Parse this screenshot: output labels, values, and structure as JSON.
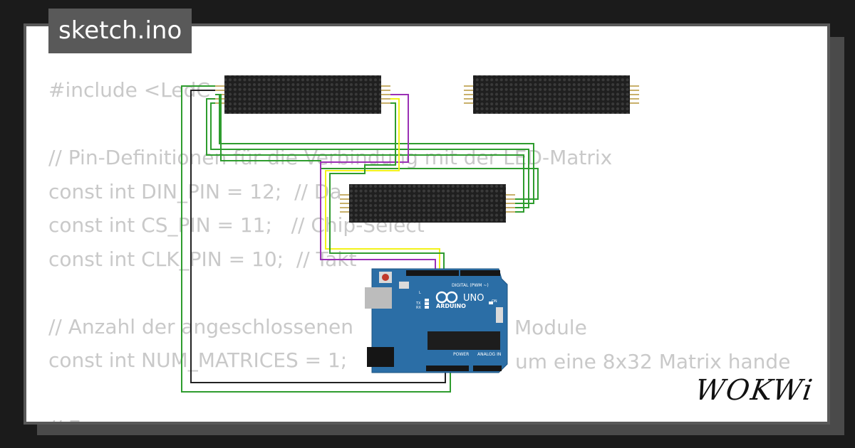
{
  "title": "sketch.ino",
  "code_lines": [
    "#include <LedC",
    "",
    "// Pin-Definitionen für die Verbindung mit der LED-Matrix",
    "const int DIN_PIN = 12;  // Da",
    "const int CS_PIN = 11;   // Chip-Select",
    "const int CLK_PIN = 10;  // Takt",
    "",
    "// Anzahl der angeschlossenen",
    "const int NUM_MATRICES = 1;",
    "",
    "// E"
  ],
  "code_fragments": {
    "module_word": "Module",
    "matrix_note": "um eine 8x32 Matrix hande"
  },
  "arduino": {
    "brand": "ARDUINO",
    "model": "UNO",
    "digital_label": "DIGITAL (PWM ~)",
    "power_label": "POWER",
    "analog_label": "ANALOG IN",
    "on_label": "ON",
    "tx_label": "TX",
    "rx_label": "RX",
    "l_label": "L"
  },
  "logo": "WOKWi",
  "colors": {
    "background": "#1b1b1b",
    "card": "#ffffff",
    "frame": "#595959",
    "code_text": "#c9c9c9",
    "matrix": "#1f1f1f",
    "board": "#2b6ea6",
    "wire_green": "#2e9c2e",
    "wire_purple": "#9b30b5",
    "wire_yellow": "#f2f21a",
    "wire_black": "#222222"
  }
}
